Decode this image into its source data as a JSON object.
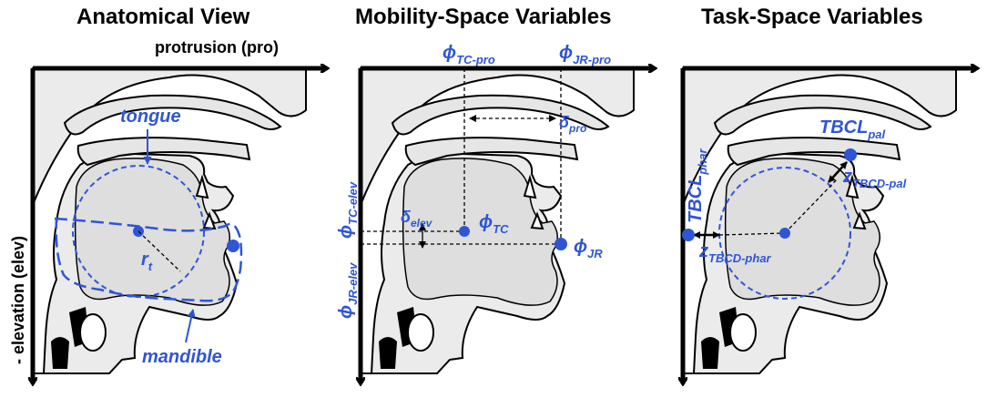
{
  "panels": {
    "anatomical": {
      "title": "Anatomical View",
      "axis_x": "protrusion (pro)",
      "axis_y": "- elevation (elev)",
      "label_tongue": "tongue",
      "label_mandible": "mandible",
      "label_r": "r",
      "label_r_sub": "t"
    },
    "mobility": {
      "title": "Mobility-Space Variables",
      "phi": "ϕ",
      "tc_pro_sub": "TC-pro",
      "jr_pro_sub": "JR-pro",
      "tc_elev_sub": "TC-elev",
      "jr_elev_sub": "JR-elev",
      "tc_sub": "TC",
      "jr_sub": "JR",
      "delta": "δ",
      "delta_pro_sub": "pro",
      "delta_elev_sub": "elev"
    },
    "task": {
      "title": "Task-Space Variables",
      "tbcl": "TBCL",
      "tbcl_pal_sub": "pal",
      "tbcl_phar_sub": "phar",
      "z": "z",
      "z_pal_sub": "TBCD-pal",
      "z_phar_sub": "TBCD-phar"
    }
  },
  "colors": {
    "annotation": "#2f55d4",
    "tissue": "#ebebeb",
    "outline": "#000000"
  }
}
